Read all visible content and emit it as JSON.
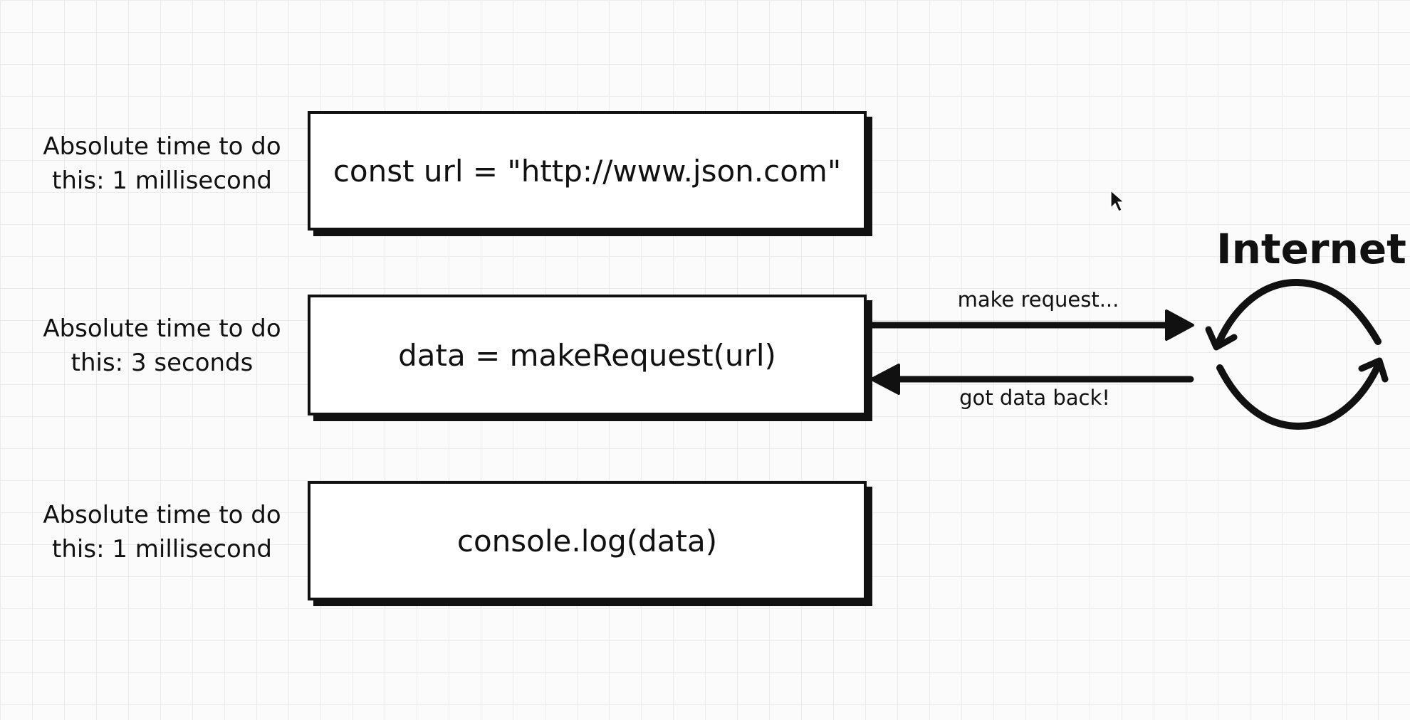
{
  "rows": [
    {
      "time_label_line1": "Absolute time to do",
      "time_label_line2": "this: 1 millisecond",
      "code": "const url = \"http://www.json.com\""
    },
    {
      "time_label_line1": "Absolute time to do",
      "time_label_line2": "this: 3 seconds",
      "code": "data = makeRequest(url)"
    },
    {
      "time_label_line1": "Absolute time to do",
      "time_label_line2": "this: 1 millisecond",
      "code": "console.log(data)"
    }
  ],
  "request_arrow": {
    "label": "make request..."
  },
  "response_arrow": {
    "label": "got data back!"
  },
  "internet": {
    "title": "Internet",
    "icon": "cycle-arrows-icon"
  },
  "cursor": {
    "icon": "mouse-pointer-icon"
  }
}
